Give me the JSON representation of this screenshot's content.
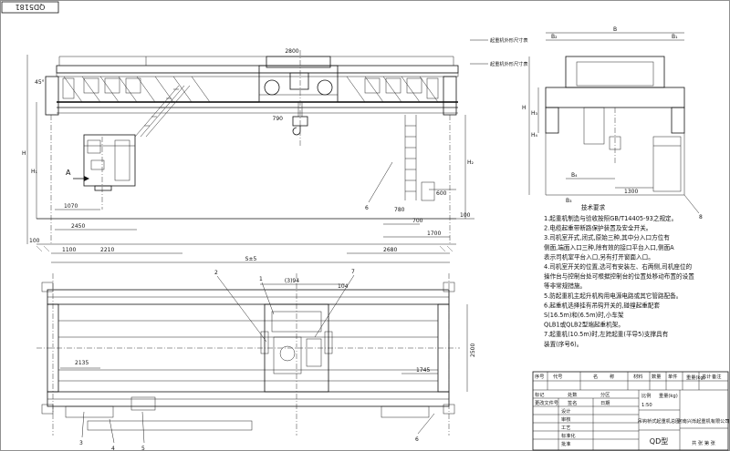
{
  "drawing": {
    "number": "QD5181",
    "views": {
      "front": {
        "dims": {
          "top_span_left": "2800",
          "angle": "45°",
          "hook_gap": "790",
          "side_left": "1070",
          "wheel_left": "2450",
          "wheel_left_b": "1100",
          "wheel_left_c": "2210",
          "span": "S±5",
          "rail_offset": "100",
          "right_d1": "600",
          "right_d2": "700",
          "right_d3": "1700",
          "right_d4": "2680",
          "right_d5": "780",
          "right_d6": "100"
        },
        "labels": {
          "h1": "H₁",
          "h2": "H₂",
          "hmax": "H",
          "view_a": "A",
          "item_6": "6"
        }
      },
      "side": {
        "labels": {
          "b": "B",
          "b1": "B₁",
          "b2": "B₂",
          "b3": "B₃",
          "b4": "B₄",
          "h": "H",
          "h3": "H₃",
          "h4": "H₄",
          "dim_1300": "1300",
          "item_8": "8"
        }
      },
      "plan": {
        "dims": {
          "top": "(3)94",
          "top_right": "104",
          "left_v": "2135",
          "right_v": "1745",
          "width": "2500"
        },
        "items": [
          "1",
          "2",
          "3",
          "4",
          "5",
          "6",
          "7"
        ]
      }
    },
    "tags": {
      "tag1": "起重机外形尺寸表",
      "tag2": "起重机外形尺寸表"
    },
    "tech_requirements": {
      "title": "技术要求",
      "items": [
        "1.起重机制造与验收按照GB/T14405-93之规定。",
        "2.电缆起重带断路保护装置及安全开关。",
        "3.司机室开式,闭式,原始三种,其中分入口方位有",
        "  侧面,端面入口三种,除有效的接口平台入口,侧面A",
        "  表示司机室平台入口,另有打开窗面入口。",
        "4.司机室开关的位置,选可有安装左、右两侧,司机座位的",
        "  操作台与控制台处可根据控制台的位置处移动布置的设置",
        "  等非常规措施。",
        "5.防起重机主起升机构用电源电路或其它管路配备。",
        "6.起重机选择挂有吊钩开关的,碰撞起重配套",
        "  S(16.5m)和(6.5m)时,小车架",
        "  QLB1或QLB2型端起重机架。",
        "7.起重机(10.5m)时,左跨起重(平导5)支撑具有",
        "  装置(序号6)。"
      ]
    },
    "title_block": {
      "headers": [
        "序号",
        "代号",
        "名",
        "称",
        "材料",
        "数量",
        "单件",
        "总计",
        "备注"
      ],
      "weight_label": "重量(kg)",
      "row_labels": [
        "标记",
        "处数",
        "分区",
        "更改文件号",
        "签名",
        "日期"
      ],
      "signers": [
        "设计",
        "审核",
        "工艺",
        "标准化",
        "批准"
      ],
      "scale_label": "比例",
      "scale": "1:50",
      "weight_unit": "重量(kg)",
      "drawing_title": "吊钩桥式起重机总图",
      "model": "QD型",
      "company": "河南兴烁起重机有限公司",
      "sheet_label": "共 张 第 张"
    }
  }
}
